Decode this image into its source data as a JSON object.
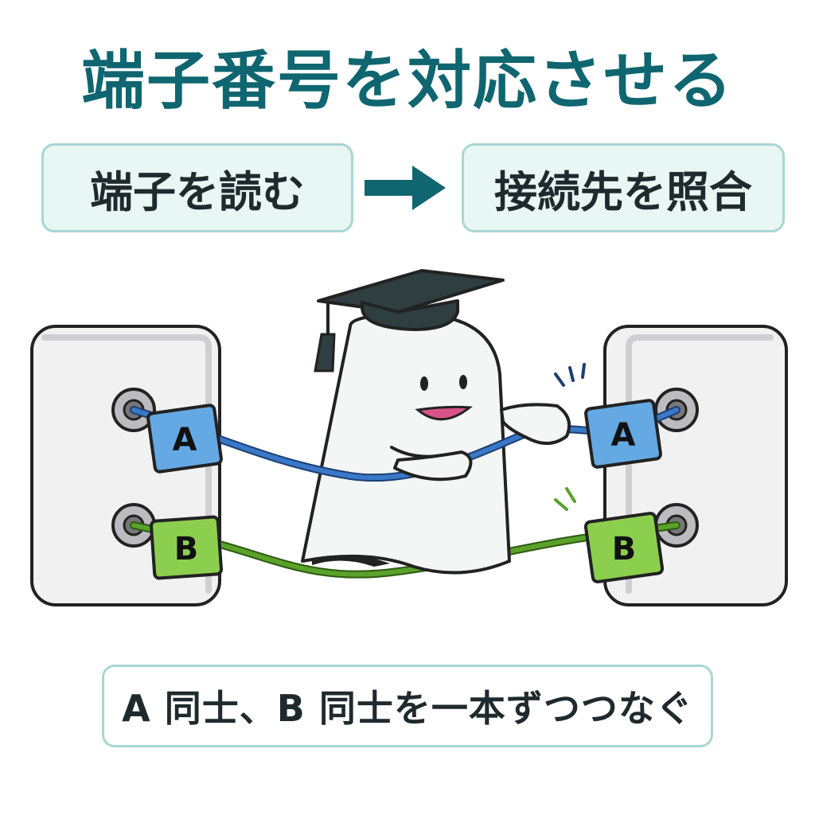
{
  "title": "端子番号を対応させる",
  "steps": [
    {
      "label": "端子を読む"
    },
    {
      "label": "接続先を照合"
    }
  ],
  "terminals": {
    "left": [
      "A",
      "B"
    ],
    "right": [
      "A",
      "B"
    ]
  },
  "caption": "A 同士、B 同士を一本ずつつなぐ",
  "colors": {
    "title": "#0f6670",
    "box_border": "#a9d6d4",
    "box_fill": "#e8f6f4",
    "arrow": "#0f6670",
    "cable_a": "#3a78c8",
    "tag_a": "#64a9e4",
    "cable_b": "#5aa22a",
    "tag_b": "#8ccf4e"
  },
  "icons": [
    "right-arrow-icon",
    "graduation-cap-icon",
    "ghost-mascot",
    "wall-panel",
    "cable-a",
    "cable-b"
  ]
}
